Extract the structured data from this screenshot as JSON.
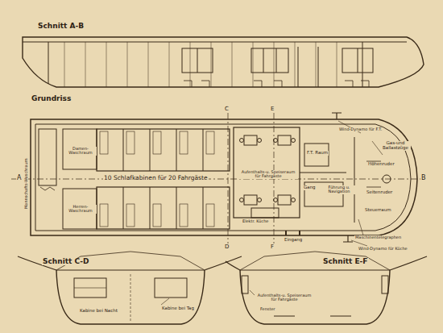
{
  "diagram": {
    "labels": [
      "Schnitt A-B",
      "Grundriss",
      "A",
      "B",
      "C",
      "D",
      "E",
      "F",
      "10 Schlafkabinen für 20 Fahrgäste",
      "Damen-Waschraum",
      "Herren-Waschraum",
      "Mannschafts-Waschraum",
      "Aufenthalts-u. Speiseraum für Fahrgäste",
      "Gang",
      "F.T. Raum",
      "Führung u. Navigation",
      "Elektr. Küche",
      "Eingang",
      "Höhenruder",
      "Seitenruder",
      "Steuerraum",
      "Wind-Dynamo für F.T.",
      "Gas-und Ballastzüge",
      "Maschinentelegraphen",
      "Wind-Dynamo für Küche",
      "Schnitt C-D",
      "Kabine bei Nacht",
      "Kabine bei Tag",
      "Schnitt E-F",
      "Aufenthalts-u. Speiseraum für Fahrgäste",
      "Fenster"
    ]
  }
}
